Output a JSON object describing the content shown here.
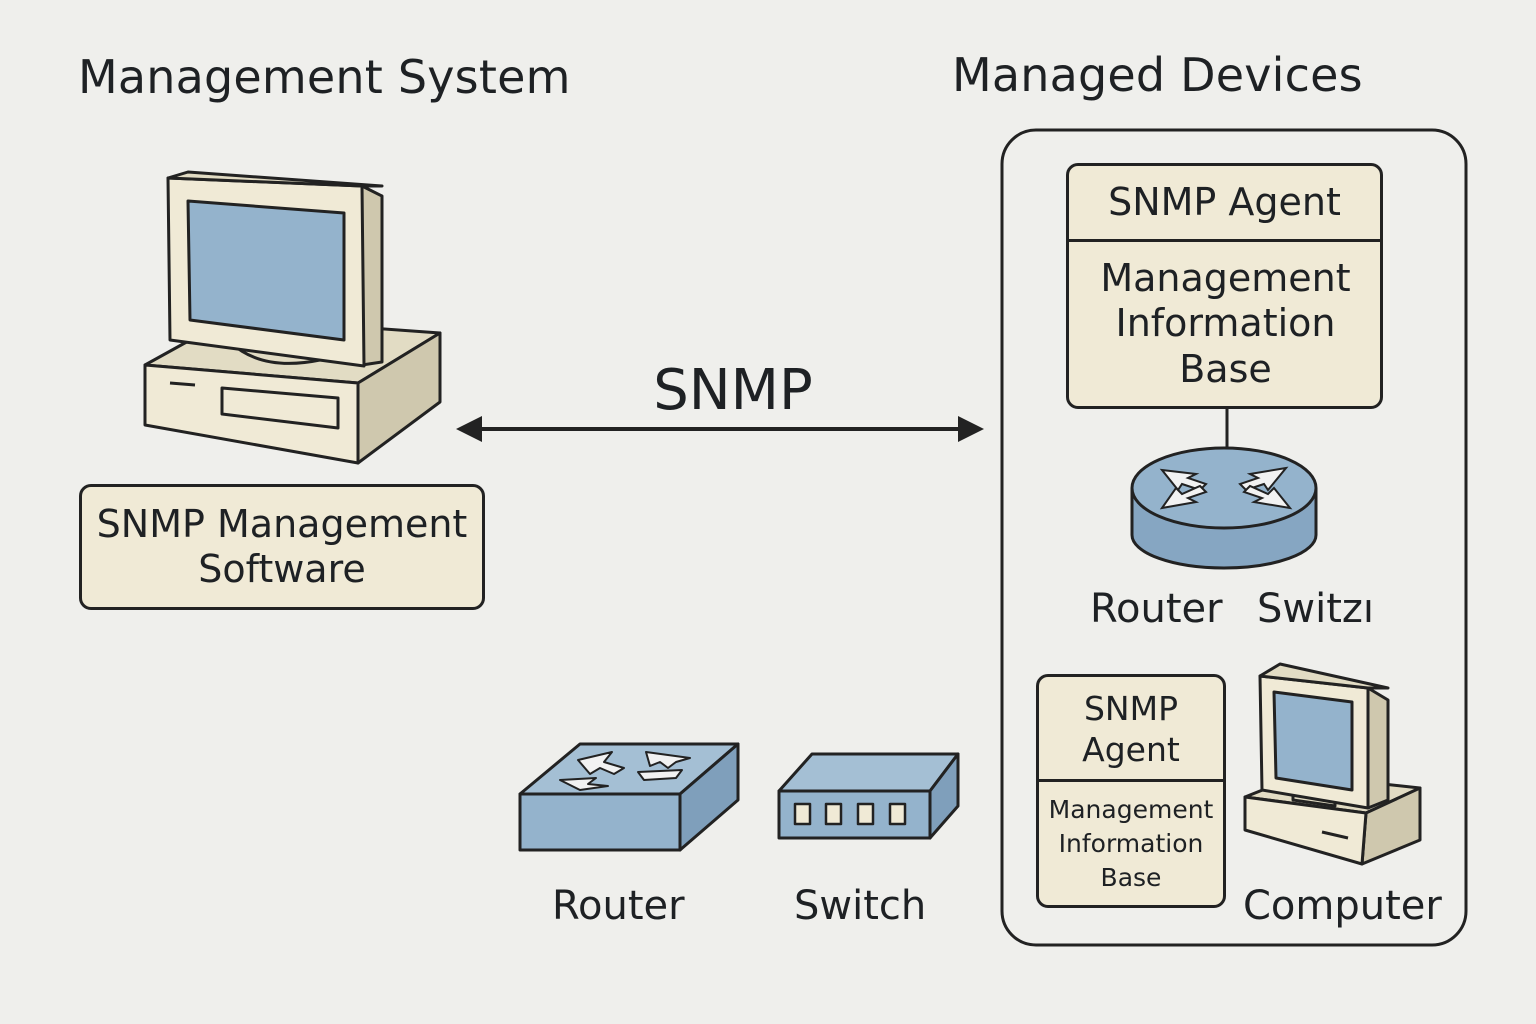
{
  "headings": {
    "management_system": "Management System",
    "managed_devices": "Managed Devices"
  },
  "manager": {
    "software_box": "SNMP Management Software"
  },
  "link": {
    "protocol_label": "SNMP"
  },
  "agent_device_1": {
    "agent_label": "SNMP Agent",
    "mib_label": "Management Information Base",
    "device_labels": [
      "Router",
      "Switzı"
    ]
  },
  "agent_device_2": {
    "agent_label": "SNMP Agent",
    "mib_label": "Management Information Base",
    "device_label": "Computer"
  },
  "standalone_devices": {
    "router_label": "Router",
    "switch_label": "Switch"
  },
  "colors": {
    "background": "#efefec",
    "box_fill": "#f0ead6",
    "device_blue": "#94b3cc",
    "outline": "#222222"
  },
  "icons": [
    "computer-icon",
    "router-icon",
    "switch-icon",
    "double-arrow-icon"
  ]
}
